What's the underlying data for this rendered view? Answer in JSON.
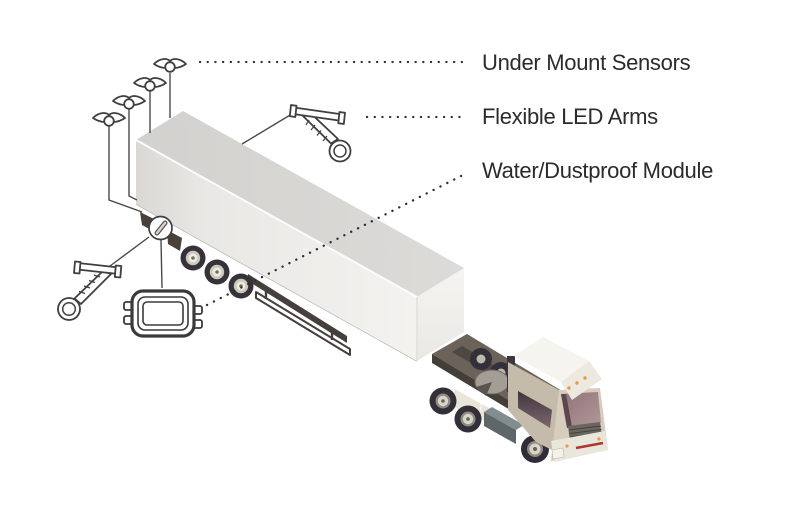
{
  "diagram": {
    "type": "annotated-product-illustration",
    "subject": "Isometric semi-trailer with detached tractor cab, annotated with truck lighting/sensor accessories",
    "labels": [
      {
        "id": "under-mount-sensors",
        "text": "Under Mount Sensors"
      },
      {
        "id": "flexible-led-arms",
        "text": "Flexible LED Arms"
      },
      {
        "id": "water-dustproof-module",
        "text": "Water/Dustproof Module"
      }
    ],
    "callout_counts": {
      "under_mount_sensor_icons": 4,
      "flexible_led_arm_icons": 2,
      "water_dustproof_module_icons": 1
    },
    "colors": {
      "background": "#ffffff",
      "label_text": "#2b2b2b",
      "line_art": "#3f3f3f",
      "leader_dots": "#2e2e2e",
      "trailer_top": "#d6d5d2",
      "trailer_side": "#efeeeb",
      "trailer_end": "#f3f2ef",
      "chassis_dark": "#46403a",
      "tire": "#34303a",
      "wheel_hub": "#d9d5c8",
      "cab_body": "#c9c0af",
      "cab_roof": "#f5f3ed",
      "windshield": "#a2858a",
      "bumper_stripe": "#b13431",
      "marker_light": "#ed9a3c",
      "fuel_tank": "#5d676a"
    }
  }
}
